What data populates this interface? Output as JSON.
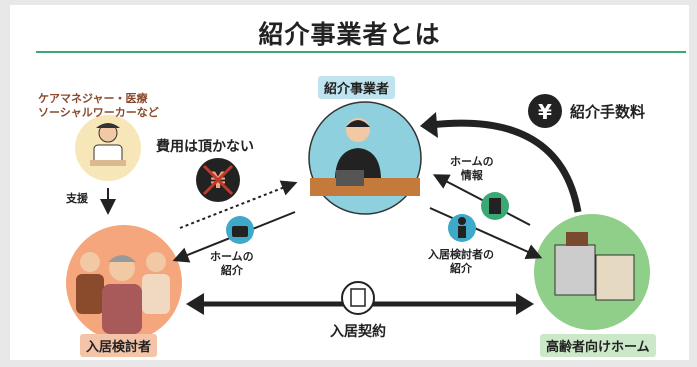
{
  "title": "紹介事業者とは",
  "nodes": {
    "care_manager": "ケアマネジャー・医療\nソーシャルワーカーなど",
    "agency": "紹介事業者",
    "applicant": "入居検討者",
    "home": "高齢者向けホーム"
  },
  "labels": {
    "support": "支援",
    "no_fee": "費用は頂かない",
    "commission": "紹介手数料",
    "home_info": "ホームの\n情報",
    "home_intro": "ホームの\n紹介",
    "applicant_intro": "入居検討者の\n紹介",
    "contract": "入居契約"
  },
  "colors": {
    "accent_green": "#3aa874",
    "circle_blue": "#8fd0df",
    "circle_orange": "#f6a67d",
    "circle_green": "#8fcf8a",
    "circle_cream": "#f7e7b8"
  },
  "icons": [
    "yen-crossed-icon",
    "yen-icon",
    "document-icon",
    "briefcase-icon",
    "person-icon",
    "contract-icon"
  ]
}
